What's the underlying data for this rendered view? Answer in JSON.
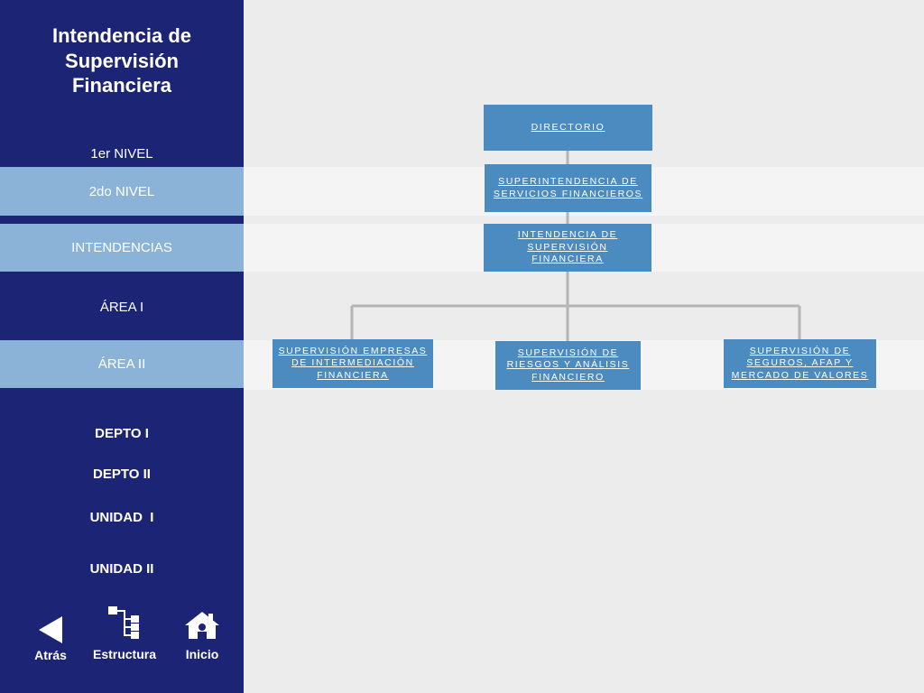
{
  "sidebar": {
    "title_lines": [
      "Intendencia de",
      "Supervisión",
      "Financiera"
    ],
    "levels": [
      {
        "label": "1er NIVEL"
      },
      {
        "label": "2do NIVEL"
      },
      {
        "label": "INTENDENCIAS"
      },
      {
        "label": "ÁREA I"
      },
      {
        "label": "ÁREA II"
      },
      {
        "label": "DEPTO I"
      },
      {
        "label": "DEPTO II"
      },
      {
        "label": "UNIDAD  I"
      },
      {
        "label": "UNIDAD II"
      }
    ],
    "nav": {
      "back": {
        "label": "Atrás",
        "icon": "back-arrow-icon"
      },
      "structure": {
        "label": "Estructura",
        "icon": "structure-icon"
      },
      "home": {
        "label": "Inicio",
        "icon": "home-icon"
      }
    }
  },
  "chart": {
    "directorio": "DIRECTORIO",
    "superintendencia": [
      "SUPERINTENDENCIA DE",
      "SERVICIOS FINANCIEROS"
    ],
    "intendencia": [
      "INTENDENCIA DE",
      "SUPERVISIÓN",
      "FINANCIERA"
    ],
    "areas": [
      [
        "SUPERVISIÓN EMPRESAS",
        "DE INTERMEDIACIÓN",
        "FINANCIERA"
      ],
      [
        "SUPERVISIÓN DE",
        "RIESGOS Y ANÁLISIS",
        "FINANCIERO"
      ],
      [
        "SUPERVISIÓN DE",
        "SEGUROS, AFAP Y",
        "MERCADO DE VALORES"
      ]
    ]
  },
  "colors": {
    "sidebar_bg": "#1c2575",
    "highlight": "#8bb3d8",
    "box_fill": "#4c8bbf",
    "connector": "#b5b5b5",
    "canvas_bg": "#ececec"
  }
}
